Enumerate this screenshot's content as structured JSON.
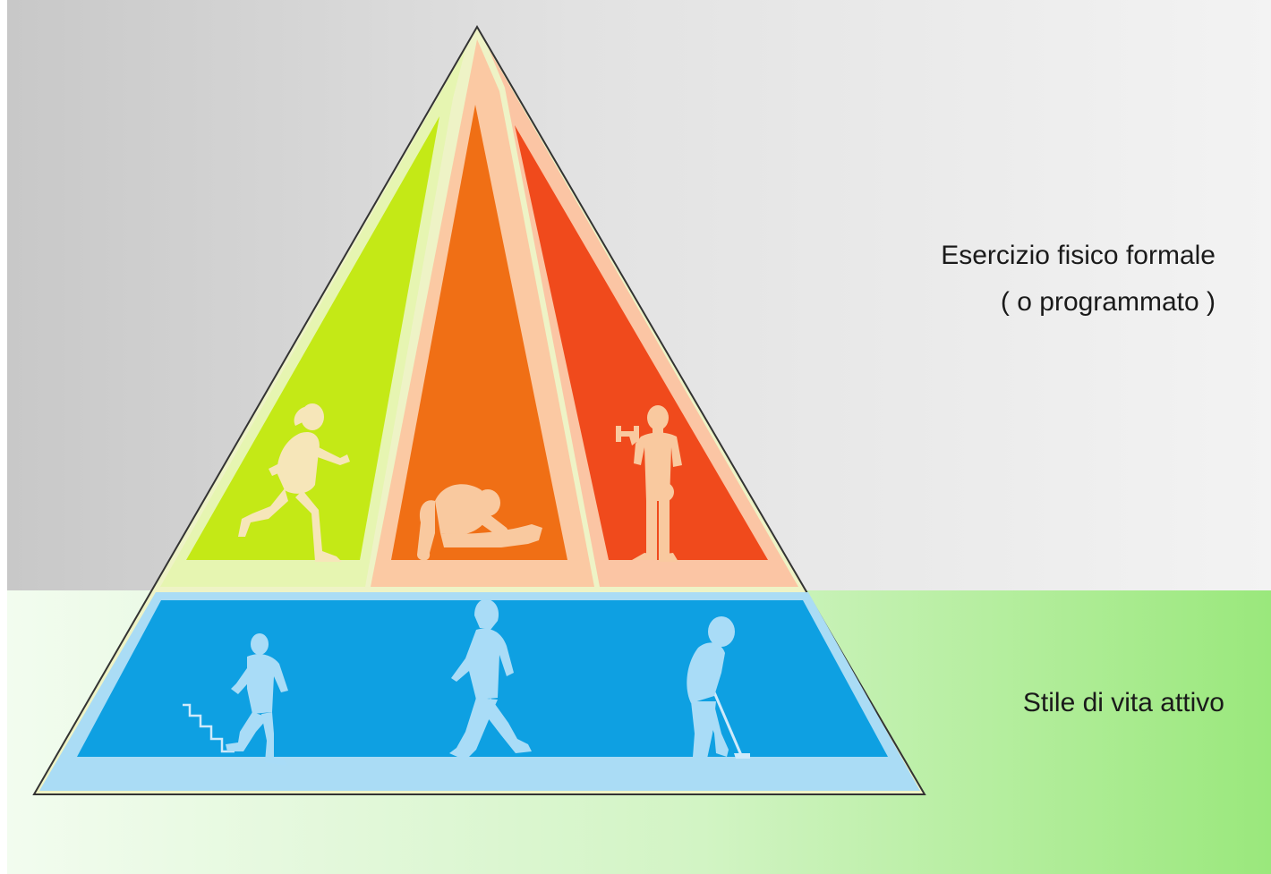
{
  "labels": {
    "formal_exercise_line1": "Esercizio fisico formale",
    "formal_exercise_line2": "( o programmato )",
    "active_lifestyle": "Stile di vita attivo"
  },
  "colors": {
    "top_background": "#dcdcdc",
    "bottom_background": "#a8ec8e",
    "tier_green": "#c4e916",
    "tier_green_border": "#e9f7b4",
    "tier_orange": "#f07016",
    "tier_orange_border": "#fbc8a1",
    "tier_red": "#f04a1c",
    "base_blue": "#0ea0e2",
    "base_blue_border": "#a8dcf5",
    "figure_green_tier": "#f6e6b9",
    "figure_orange_tier": "#f9c99f",
    "figure_base": "#a9dcf7"
  },
  "icons": [
    "runner-icon",
    "stretching-person-icon",
    "weightlifter-icon",
    "stair-climber-icon",
    "walker-icon",
    "golfer-icon"
  ]
}
